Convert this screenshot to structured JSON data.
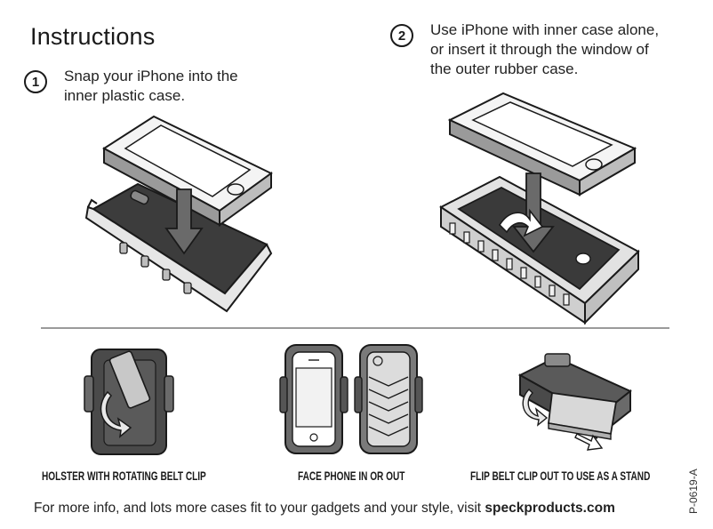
{
  "title": "Instructions",
  "steps": [
    {
      "number": "1",
      "text_line1": "Snap your iPhone into the",
      "text_line2": "inner plastic case."
    },
    {
      "number": "2",
      "text_line1": "Use iPhone with inner case alone,",
      "text_line2": "or insert it through the window of",
      "text_line3": "the outer rubber case."
    }
  ],
  "modes": [
    {
      "caption": "HOLSTER WITH ROTATING BELT CLIP"
    },
    {
      "caption": "FACE PHONE IN OR OUT"
    },
    {
      "caption": "FLIP BELT CLIP OUT TO USE AS A STAND"
    }
  ],
  "footer": {
    "text": "For more info, and lots more cases fit to your gadgets and your style, visit ",
    "link": "speckproducts.com"
  },
  "part_code": "P-0619-A",
  "colors": {
    "ink": "#1a1a1a",
    "gray_dark": "#5a5a5a",
    "gray_mid": "#8a8a8a",
    "gray_light": "#d8d8d8",
    "rule": "#9a9a9a"
  }
}
